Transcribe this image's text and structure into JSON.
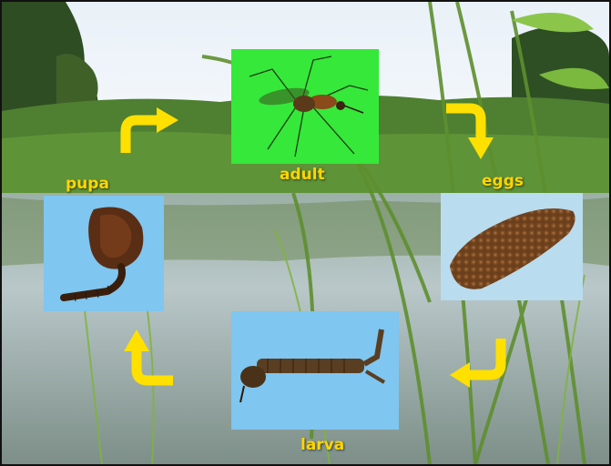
{
  "colors": {
    "label": "#ffd600",
    "arrow": "#ffe000",
    "adult_bg": "#35e83a",
    "photo_bg": "#7fc6f0",
    "eggs_bg": "#b9dcef"
  },
  "stages": {
    "adult": {
      "label": "adult",
      "icon": "mosquito-icon"
    },
    "eggs": {
      "label": "eggs",
      "icon": "egg-raft-icon"
    },
    "larva": {
      "label": "larva",
      "icon": "larva-icon"
    },
    "pupa": {
      "label": "pupa",
      "icon": "pupa-icon"
    }
  },
  "arrows": {
    "pupa_to_adult": "arrow-right-icon",
    "adult_to_eggs": "arrow-down-icon",
    "eggs_to_larva": "arrow-left-icon",
    "larva_to_pupa": "arrow-up-icon"
  }
}
